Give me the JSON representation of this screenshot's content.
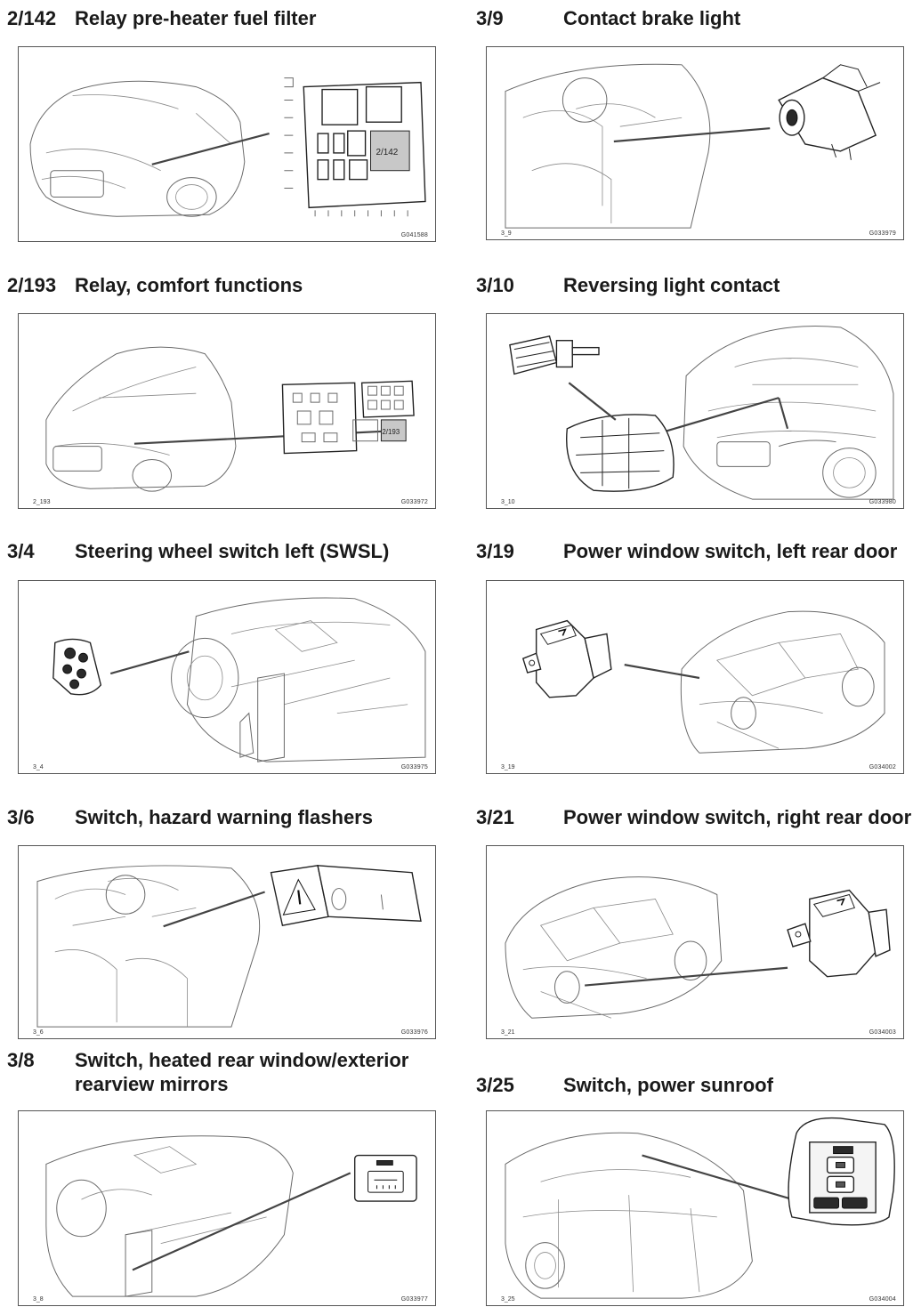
{
  "sections": [
    {
      "number": "2/142",
      "title": "Relay pre-heater fuel filter",
      "box_label": "2/142",
      "image_code": "G041588",
      "image_tag": ""
    },
    {
      "number": "3/9",
      "title": "Contact brake light",
      "box_label": "",
      "image_code": "G033979",
      "image_tag": "3_9"
    },
    {
      "number": "2/193",
      "title": "Relay, comfort functions",
      "box_label": "2/193",
      "image_code": "G033972",
      "image_tag": "2_193"
    },
    {
      "number": "3/10",
      "title": "Reversing light contact",
      "box_label": "",
      "image_code": "G033980",
      "image_tag": "3_10"
    },
    {
      "number": "3/4",
      "title": "Steering wheel switch left (SWSL)",
      "box_label": "",
      "image_code": "G033975",
      "image_tag": "3_4"
    },
    {
      "number": "3/19",
      "title": "Power window switch, left rear door",
      "box_label": "",
      "image_code": "G034002",
      "image_tag": "3_19"
    },
    {
      "number": "3/6",
      "title": "Switch, hazard warning flashers",
      "box_label": "",
      "image_code": "G033976",
      "image_tag": "3_6"
    },
    {
      "number": "3/21",
      "title": "Power window switch, right rear door",
      "box_label": "",
      "image_code": "G034003",
      "image_tag": "3_21"
    },
    {
      "number": "3/8",
      "title": "Switch, heated rear window/exterior rearview mirrors",
      "box_label": "",
      "image_code": "G033977",
      "image_tag": "3_8"
    },
    {
      "number": "3/25",
      "title": "Switch, power sunroof",
      "box_label": "",
      "image_code": "G034004",
      "image_tag": "3_25"
    }
  ]
}
